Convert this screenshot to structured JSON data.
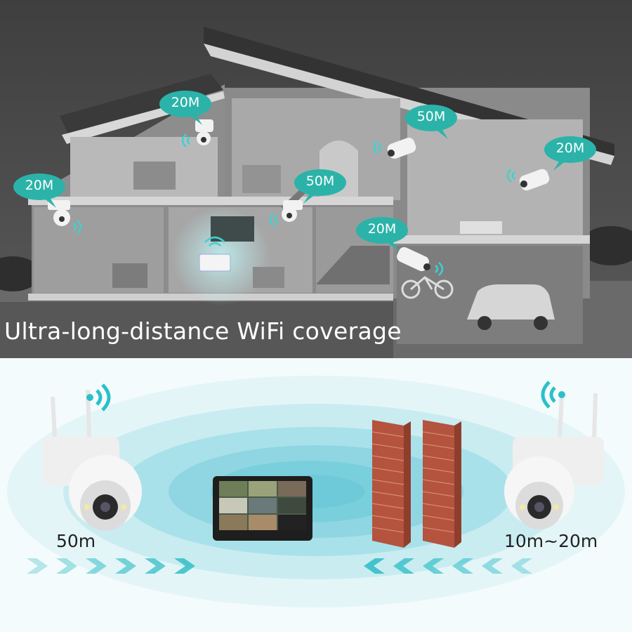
{
  "headline": "Ultra-long-distance WiFi coverage",
  "colors": {
    "bubble": "#2bb3a9",
    "brick": "#b4533e",
    "arrow": "#3cc1c9",
    "wave": "#7fd3dd"
  },
  "house_cameras": [
    {
      "label": "20M",
      "model": "dome-camera"
    },
    {
      "label": "20M",
      "model": "dome-camera"
    },
    {
      "label": "50M",
      "model": "dome-camera"
    },
    {
      "label": "50M",
      "model": "bullet-camera"
    },
    {
      "label": "20M",
      "model": "bullet-camera"
    },
    {
      "label": "20M",
      "model": "bullet-camera"
    }
  ],
  "coverage": {
    "left_distance": "50m",
    "right_distance": "10m~20m"
  },
  "icons": [
    "wifi-icon",
    "router-icon",
    "monitor-icon",
    "brick-wall-icon",
    "chevron-right-icon",
    "chevron-left-icon"
  ]
}
